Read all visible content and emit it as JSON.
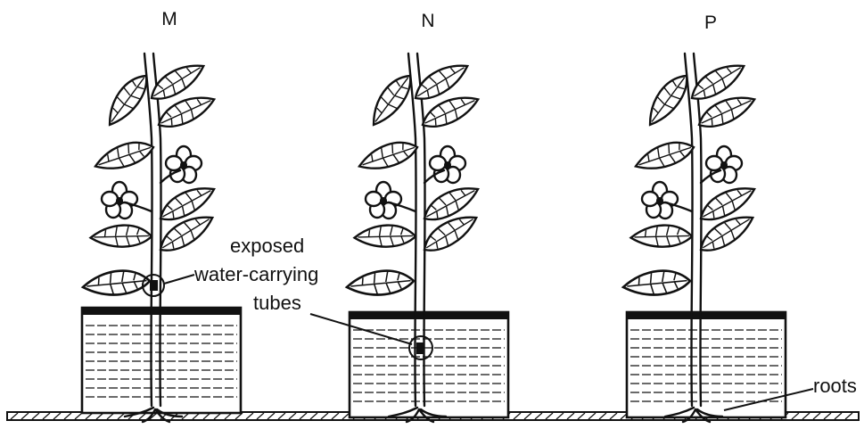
{
  "plants": [
    {
      "id": "M",
      "label": "M"
    },
    {
      "id": "N",
      "label": "N"
    },
    {
      "id": "P",
      "label": "P"
    }
  ],
  "annotations": {
    "exposed": "exposed",
    "water_carrying": "water-carrying",
    "tubes": "tubes",
    "roots": "roots"
  }
}
